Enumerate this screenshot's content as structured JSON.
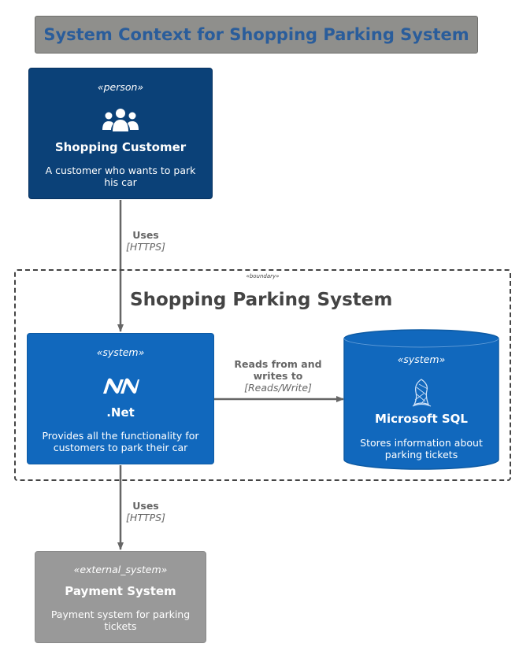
{
  "title": "System Context for Shopping Parking System",
  "person": {
    "stereotype": "«person»",
    "name": "Shopping Customer",
    "description": "A customer who wants to park his car",
    "icon": "users-icon"
  },
  "boundary": {
    "stereotype": "«boundary»",
    "title": "Shopping Parking System"
  },
  "net_system": {
    "stereotype": "«system»",
    "name": ".Net",
    "description": "Provides all the functionality for customers to park their car",
    "icon": "dotnet-logo-icon"
  },
  "sql_system": {
    "stereotype": "«system»",
    "name": "Microsoft SQL",
    "description": "Stores information about parking tickets",
    "icon": "sql-server-icon"
  },
  "payment_system": {
    "stereotype": "«external_system»",
    "name": "Payment System",
    "description": "Payment system for parking tickets"
  },
  "relations": {
    "customer_to_net": {
      "label": "Uses",
      "technology": "[HTTPS]"
    },
    "net_to_sql": {
      "label_line1": "Reads from and",
      "label_line2": "writes to",
      "technology": "[Reads/Write]"
    },
    "net_to_payment": {
      "label": "Uses",
      "technology": "[HTTPS]"
    }
  },
  "colors": {
    "person": "#0b4178",
    "system": "#1168bd",
    "external": "#999999",
    "arrow": "#666666",
    "title_text": "#2a5d9b"
  }
}
